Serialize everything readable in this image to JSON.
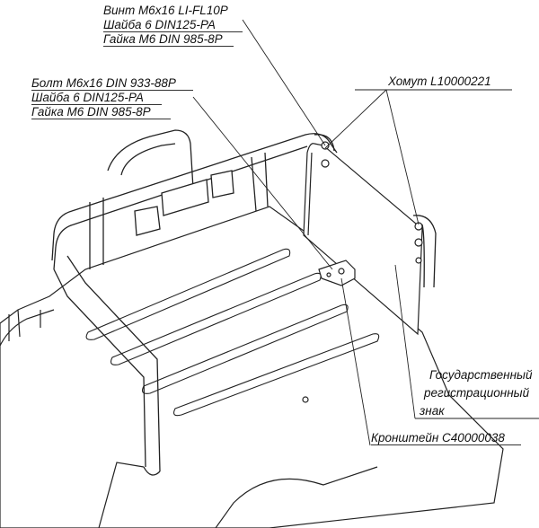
{
  "callouts": {
    "screw_group": [
      "Винт М6х16 LI-FL10P",
      "Шайба 6 DIN125-PA",
      "Гайка М6 DIN 985-8P"
    ],
    "bolt_group": [
      "Болт М6х16 DIN 933-88P",
      "Шайба 6 DIN125-PA",
      "Гайка М6 DIN 985-8P"
    ],
    "clamp": "Хомут L10000221",
    "plate": [
      "Государственный",
      "регистрационный",
      "знак"
    ],
    "bracket": "Кронштейн С40000038"
  }
}
